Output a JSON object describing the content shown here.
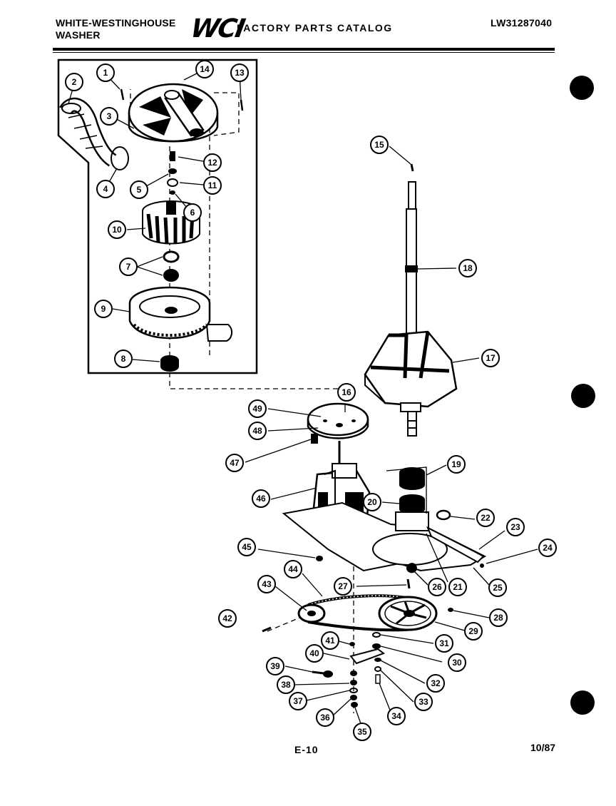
{
  "header": {
    "brand_line1": "WHITE-WESTINGHOUSE",
    "brand_line2": "WASHER",
    "logo": "WCI",
    "catalog_title": "FACTORY PARTS CATALOG",
    "model_code": "LW31287040"
  },
  "footer": {
    "page_number": "E-10",
    "date": "10/87"
  },
  "callouts": [
    "1",
    "2",
    "3",
    "4",
    "5",
    "6",
    "7",
    "8",
    "9",
    "10",
    "11",
    "12",
    "13",
    "14",
    "15",
    "16",
    "17",
    "18",
    "19",
    "20",
    "21",
    "22",
    "23",
    "24",
    "25",
    "26",
    "27",
    "28",
    "29",
    "30",
    "31",
    "32",
    "33",
    "34",
    "35",
    "36",
    "37",
    "38",
    "39",
    "40",
    "41",
    "42",
    "43",
    "44",
    "45",
    "46",
    "47",
    "48",
    "49"
  ]
}
